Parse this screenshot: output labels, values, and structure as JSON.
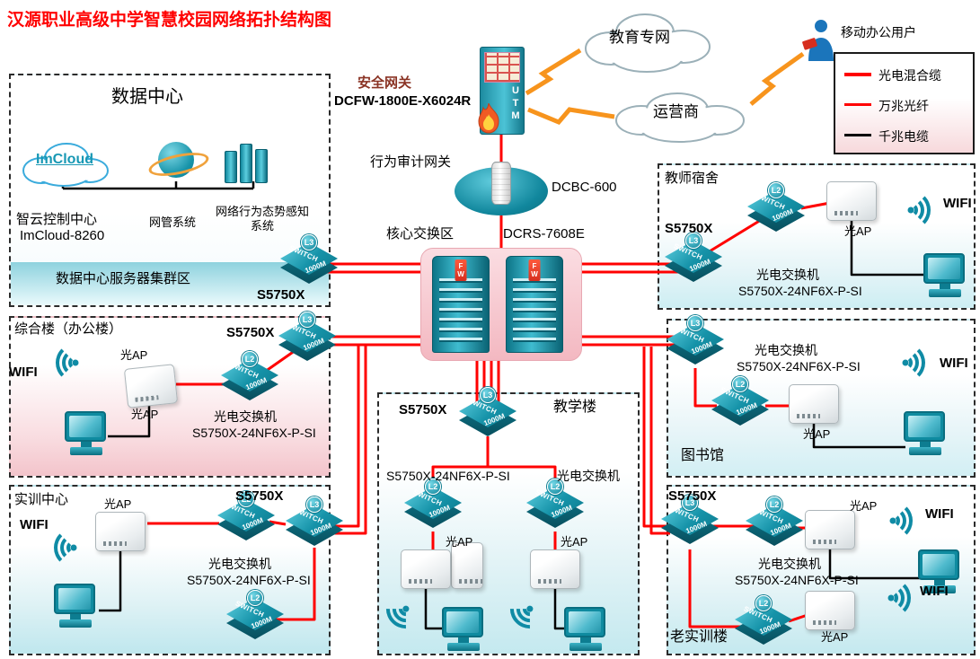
{
  "title": "汉源职业高级中学智慧校园网络拓扑结构图",
  "common": {
    "switch": "SWITCH",
    "speed": "1000M",
    "l2": "L2",
    "l3": "L3",
    "wifi": "WIFI",
    "optical_ap": "光AP",
    "converter": "光电交换机",
    "converter_model": "S5750X-24NF6X-P-SI",
    "switch_model": "S5750X"
  },
  "top": {
    "security_gateway": "安全网关",
    "security_gateway_model": "DCFW-1800E-X6024R",
    "utm": "UTM",
    "edu_network": "教育专网",
    "isp": "运营商",
    "mobile_user": "移动办公用户"
  },
  "legend": {
    "hybrid_cable": "光电混合缆",
    "fiber_10g": "万兆光纤",
    "copper_1g": "千兆电缆"
  },
  "audit": {
    "name": "行为审计网关",
    "model": "DCBC-600"
  },
  "core": {
    "area": "核心交换区",
    "model": "DCRS-7608E",
    "fw": "FW"
  },
  "datacenter": {
    "title": "数据中心",
    "imcloud": "ImCloud",
    "control_center": "智云控制中心",
    "control_model": "ImCloud-8260",
    "nms": "网管系统",
    "behavior": "网络行为态势感知系统",
    "cluster": "数据中心服务器集群区"
  },
  "zones": {
    "teacher_dorm": {
      "title": "教师宿舍"
    },
    "office": {
      "title": "综合楼（办公楼）"
    },
    "training": {
      "title": "实训中心"
    },
    "teaching": {
      "title": "教学楼"
    },
    "library": {
      "title": "图书馆"
    },
    "old_training": {
      "title": "老实训楼"
    }
  }
}
